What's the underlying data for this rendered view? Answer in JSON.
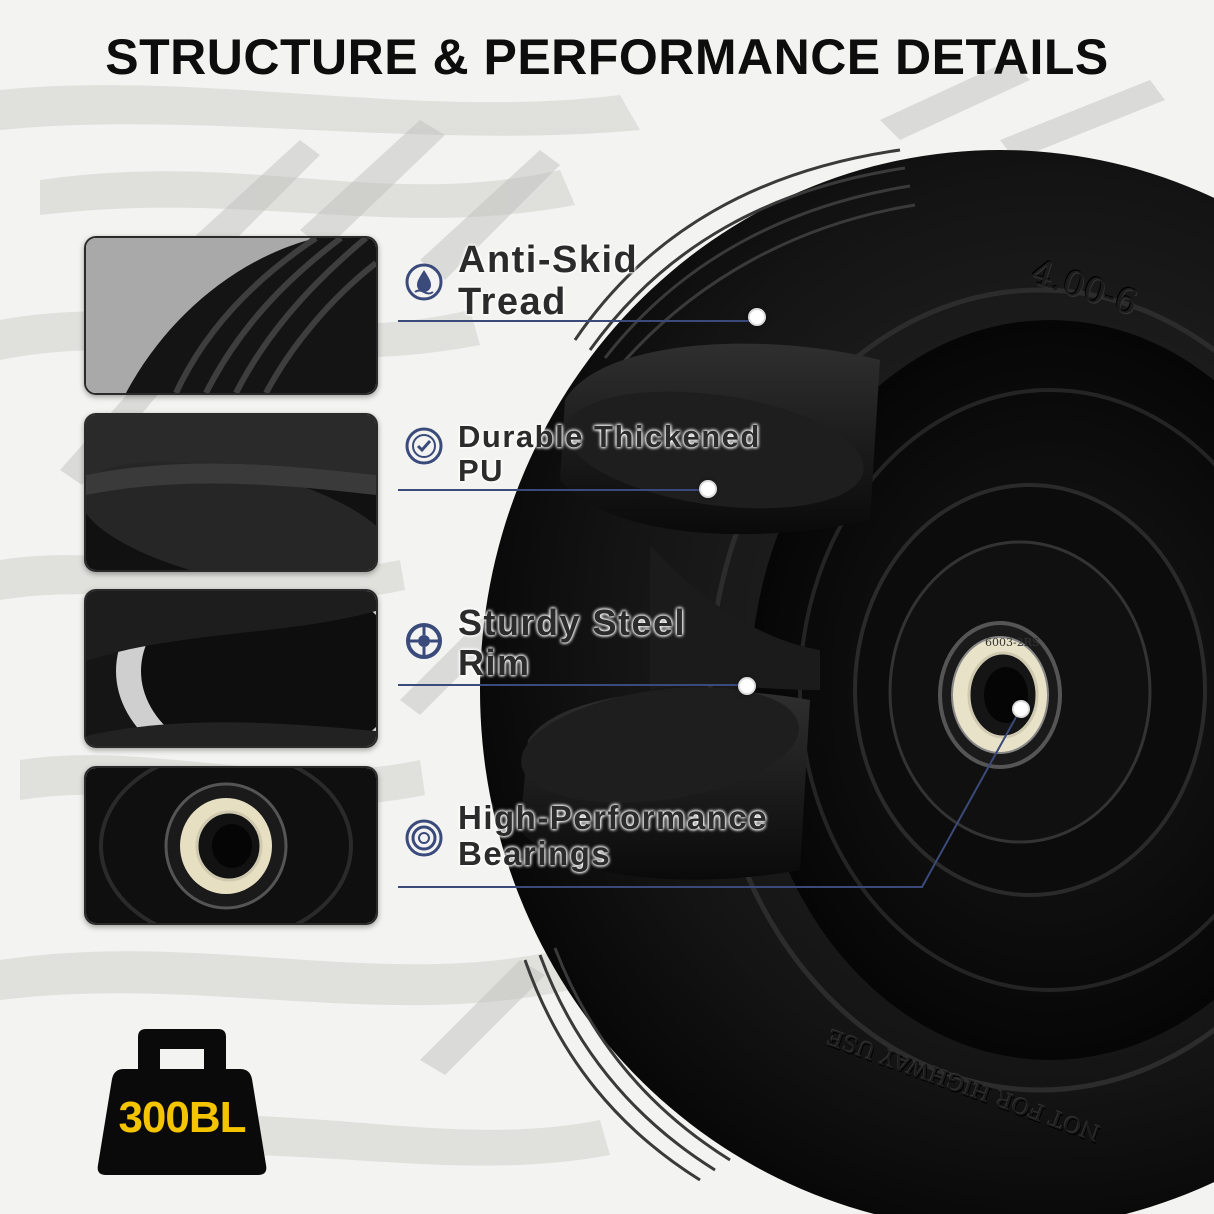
{
  "title": "STRUCTURE & PERFORMANCE DETAILS",
  "features": [
    {
      "line1": "Anti-Skid",
      "line2": "Tread",
      "icon": "tread-drop-icon"
    },
    {
      "line1": "Durable Thickened",
      "line2": "PU",
      "icon": "badge-seal-icon"
    },
    {
      "line1": "Sturdy Steel",
      "line2": "Rim",
      "icon": "rim-gear-icon"
    },
    {
      "line1": "High-Performance",
      "line2": "Bearings",
      "icon": "bearing-ring-icon"
    }
  ],
  "tire_size": "4.00-6",
  "sidewall_note": "NOT FOR HIGHWAY USE",
  "bearing_code": "6003-2RS",
  "load_badge": "300BL",
  "colors": {
    "accent_blue": "#3a4a7a",
    "badge_yellow": "#f5c400",
    "tire_black": "#111111"
  }
}
